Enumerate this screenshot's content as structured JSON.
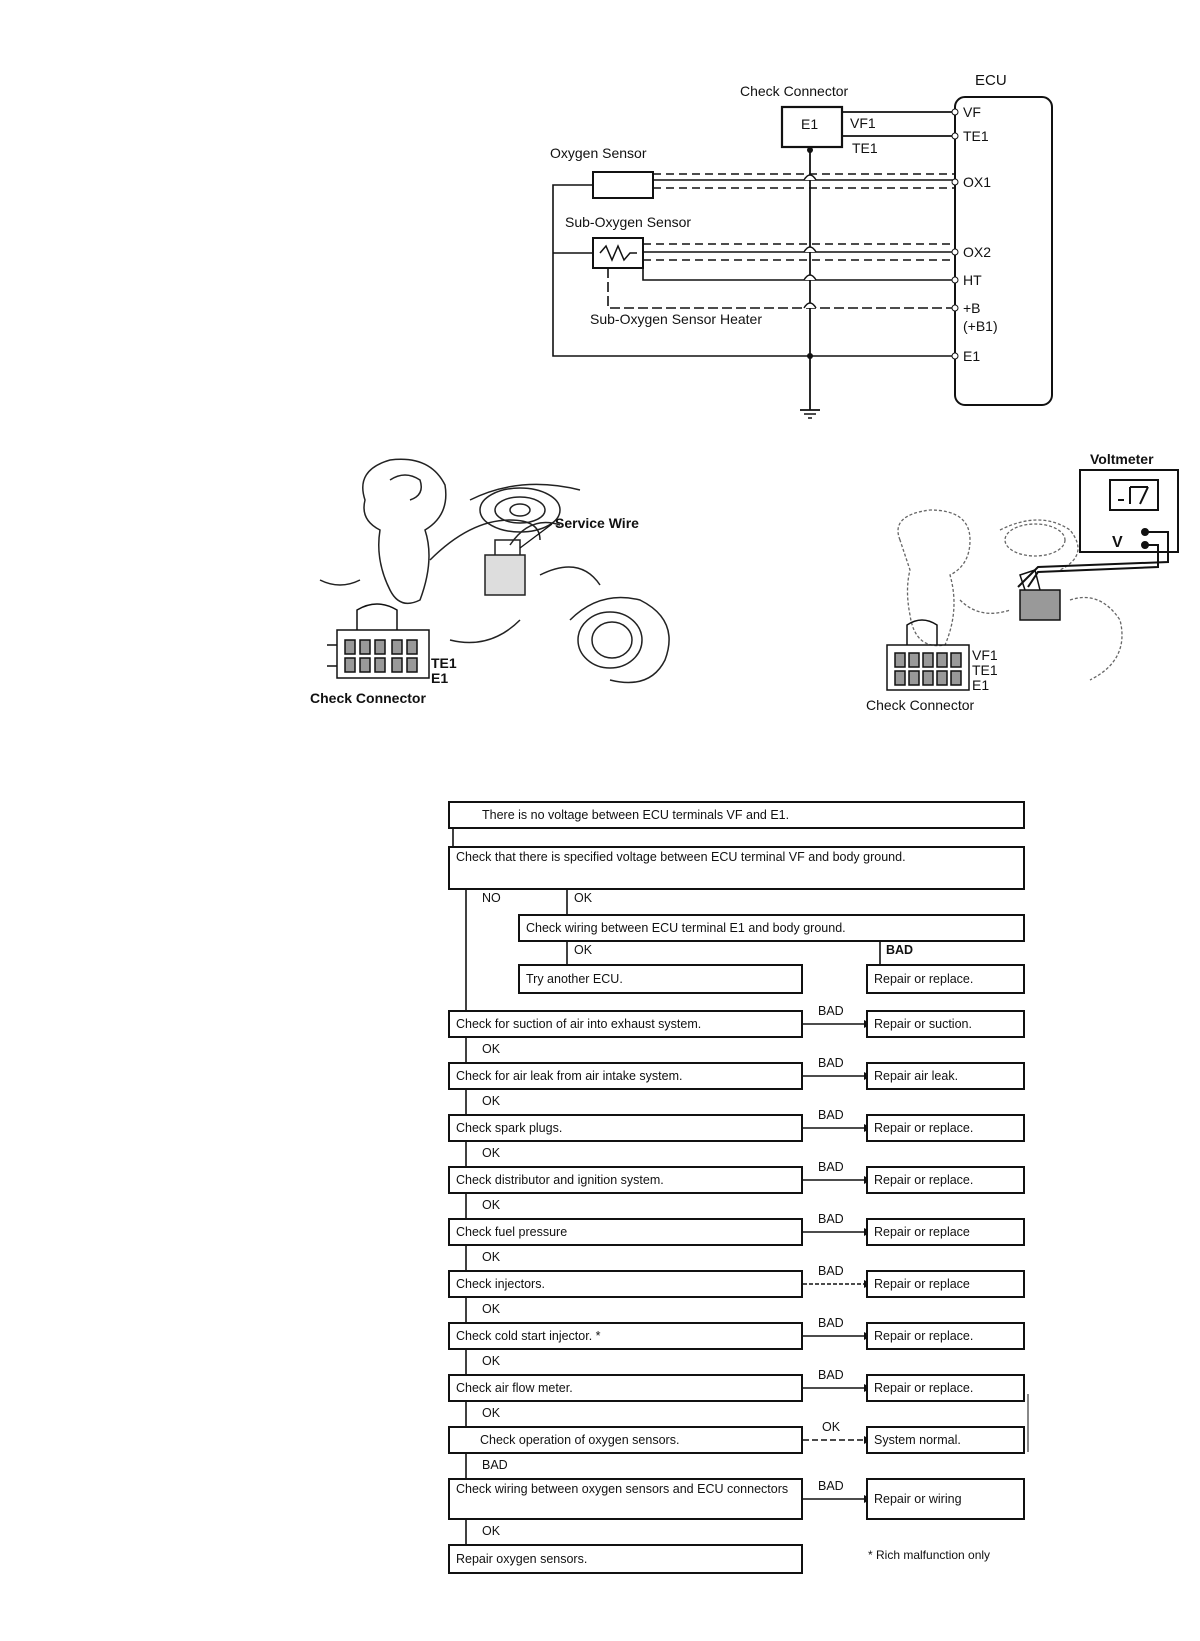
{
  "wiring": {
    "check_connector": "Check Connector",
    "ecu": "ECU",
    "e1_box": "E1",
    "vf1": "VF1",
    "te1": "TE1",
    "oxygen_sensor": "Oxygen Sensor",
    "sub_oxygen_sensor": "Sub-Oxygen Sensor",
    "sub_oxygen_heater": "Sub-Oxygen Sensor Heater",
    "terminals": [
      "VF",
      "TE1",
      "OX1",
      "OX2",
      "HT",
      "+B",
      "(+B1)",
      "E1"
    ]
  },
  "illustrations": {
    "left": {
      "service_wire": "Service Wire",
      "te1": "TE1",
      "e1": "E1",
      "caption": "Check Connector"
    },
    "right": {
      "voltmeter": "Voltmeter",
      "v": "V",
      "vf1": "VF1",
      "te1": "TE1",
      "e1": "E1",
      "caption": "Check Connector"
    }
  },
  "flowchart": {
    "start": "There is no voltage between ECU terminals VF and E1.",
    "check_vf_ground": "Check that there is specified voltage between ECU terminal VF and body ground.",
    "no": "NO",
    "ok": "OK",
    "bad": "BAD",
    "check_e1_wiring": "Check wiring between ECU terminal E1 and body ground.",
    "try_ecu": "Try another ECU.",
    "repair_replace_e1": "Repair or replace.",
    "steps": [
      {
        "check": "Check for suction of air into exhaust system.",
        "result": "Repair or suction.",
        "branch": "BAD"
      },
      {
        "check": "Check for air leak from air intake system.",
        "result": "Repair air leak.",
        "branch": "BAD"
      },
      {
        "check": "Check spark plugs.",
        "result": "Repair or replace.",
        "branch": "BAD"
      },
      {
        "check": "Check distributor and ignition system.",
        "result": "Repair or replace.",
        "branch": "BAD"
      },
      {
        "check": "Check fuel pressure",
        "result": "Repair or replace",
        "branch": "BAD"
      },
      {
        "check": "Check injectors.",
        "result": "Repair or replace",
        "branch": "BAD"
      },
      {
        "check": "Check cold start injector. *",
        "result": "Repair or replace.",
        "branch": "BAD"
      },
      {
        "check": "Check air flow meter.",
        "result": "Repair or replace.",
        "branch": "BAD"
      },
      {
        "check": "Check operation of oxygen sensors.",
        "result": "System normal.",
        "branch": "OK"
      },
      {
        "check": "Check wiring between oxygen sensors and ECU connectors",
        "result": "Repair or wiring",
        "branch": "BAD"
      }
    ],
    "final": "Repair oxygen sensors.",
    "between_labels": [
      "OK",
      "OK",
      "OK",
      "OK",
      "OK",
      "OK",
      "OK",
      "OK",
      "BAD",
      "OK"
    ],
    "footnote": "* Rich malfunction only"
  }
}
